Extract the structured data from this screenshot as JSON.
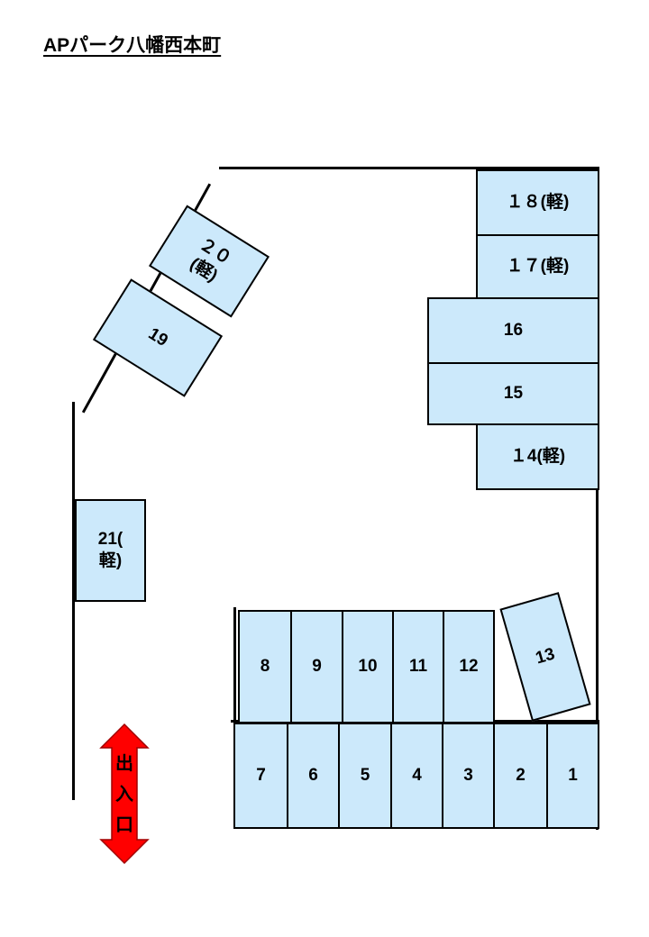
{
  "title": "APパーク八幡西本町",
  "colors": {
    "slot_fill": "#cce9fb",
    "line": "#000000",
    "exit_arrow": "#ff0000"
  },
  "slots": {
    "s1": "1",
    "s2": "2",
    "s3": "3",
    "s4": "4",
    "s5": "5",
    "s6": "6",
    "s7": "7",
    "s8": "8",
    "s9": "9",
    "s10": "10",
    "s11": "11",
    "s12": "12",
    "s13": "13",
    "s14": "１4(軽)",
    "s15": "15",
    "s16": "16",
    "s17": "１７(軽)",
    "s18": "１８(軽)",
    "s19": "19",
    "s20": "２０\n(軽)",
    "s21": "21(\n軽)"
  },
  "exit": {
    "label": "出\n入\n口",
    "icon": "double-headed-arrow-icon"
  }
}
